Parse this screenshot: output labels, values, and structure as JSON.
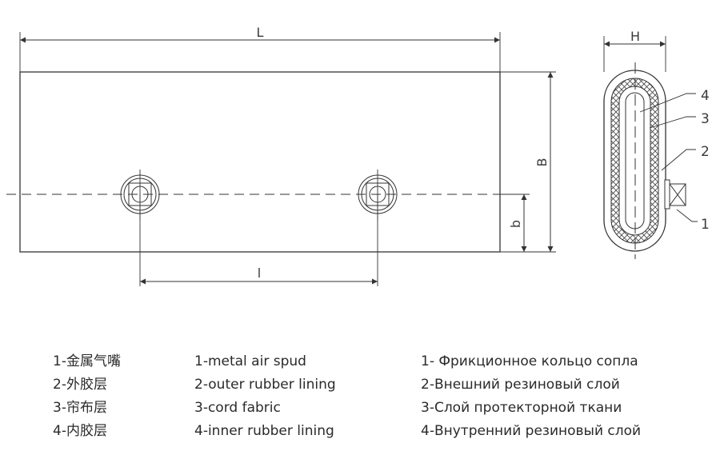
{
  "dimensions": {
    "length": "L",
    "width": "B",
    "height": "H",
    "spud_spacing": "l",
    "spud_offset": "b"
  },
  "callouts": [
    "4",
    "3",
    "2",
    "1"
  ],
  "legend": {
    "zh": [
      "1-金属气嘴",
      "2-外胶层",
      "3-帘布层",
      "4-内胶层"
    ],
    "en": [
      "1-metal air spud",
      "2-outer rubber lining",
      "3-cord fabric",
      "4-inner rubber lining"
    ],
    "ru": [
      "1- Фрикционное кольцо сопла",
      "2-Внешний резиновый слой",
      "3-Слой протекторной ткани",
      "4-Внутренний резиновый слой"
    ]
  }
}
